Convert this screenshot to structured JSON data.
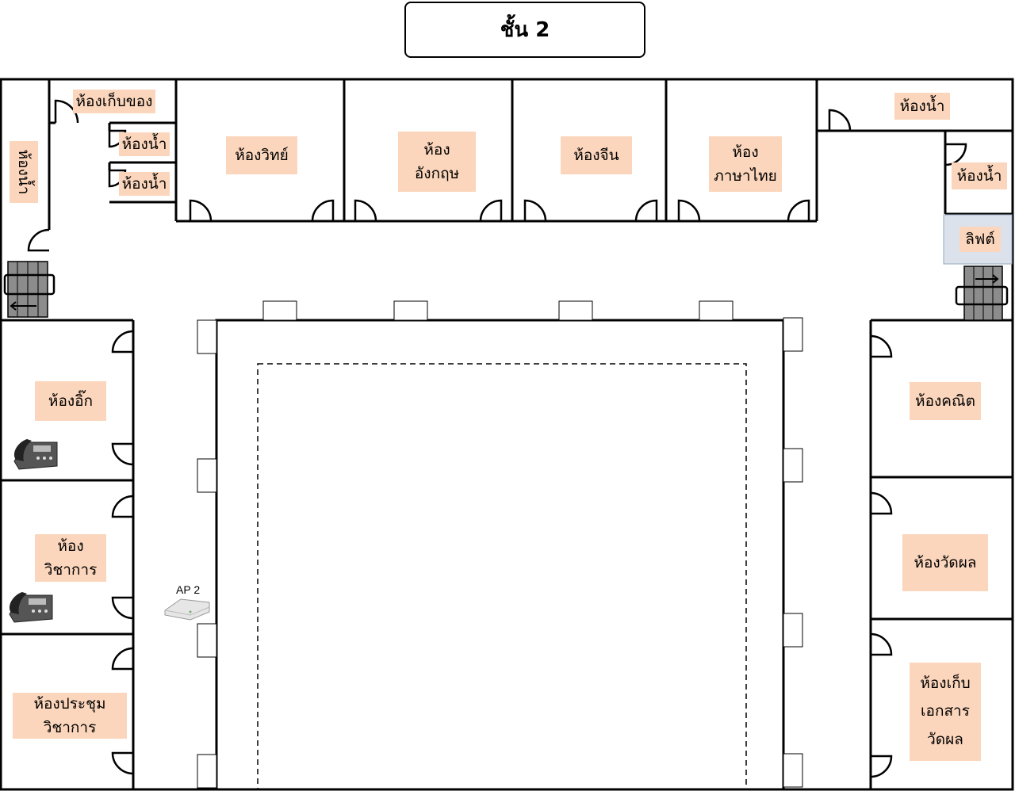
{
  "title": "ชั้น 2",
  "rooms": {
    "storage": "ห้องเก็บของ",
    "toilet_left_vertical": "ห้องน้ำ",
    "toilet_small_1": "ห้องน้ำ",
    "toilet_small_2": "ห้องน้ำ",
    "science": "ห้องวิทย์",
    "english_line1": "ห้อง",
    "english_line2": "อังกฤษ",
    "chinese": "ห้องจีน",
    "thai_line1": "ห้อง",
    "thai_line2": "ภาษาไทย",
    "toilet_right_top": "ห้องน้ำ",
    "toilet_right_2": "ห้องน้ำ",
    "lift": "ลิฟต์",
    "ig": "ห้องอิ๊ก",
    "academic_line1": "ห้อง",
    "academic_line2": "วิชาการ",
    "meeting_line1": "ห้องประชุม",
    "meeting_line2": "วิชาการ",
    "math": "ห้องคณิต",
    "measurement": "ห้องวัดผล",
    "docs_line1": "ห้องเก็บ",
    "docs_line2": "เอกสาร",
    "docs_line3": "วัดผล"
  },
  "access_point_label": "AP 2",
  "icons": {
    "phone": "telephone-icon",
    "access_point": "wireless-access-point-icon",
    "stairs": "staircase-icon"
  },
  "colors": {
    "room_label_fill": "#fbd6bc",
    "lift_fill": "#dbe2ec",
    "wall": "#000000",
    "stairs_fill": "#8c8c8c"
  }
}
